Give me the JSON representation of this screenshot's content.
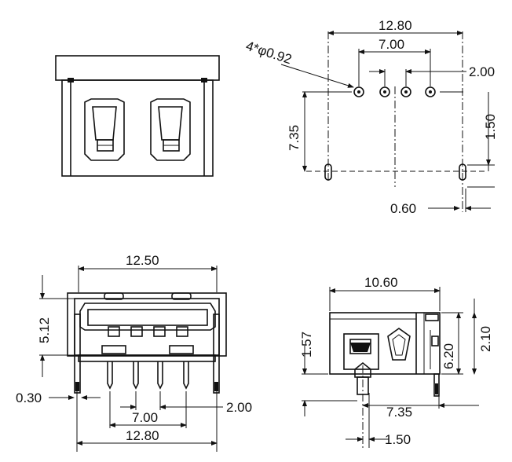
{
  "top_right_view": {
    "dim_total_width": "12.80",
    "dim_inner_pitch": "7.00",
    "dim_pin_pitch": "2.00",
    "dim_hole_diameter": "4*φ0.92",
    "dim_row_spacing": "7.35",
    "dim_offset": "1.50",
    "dim_slot_width": "0.60"
  },
  "bottom_left_view": {
    "dim_body_width": "12.50",
    "dim_height": "5.12",
    "dim_shell_thickness": "0.30",
    "dim_inner_pitch": "7.00",
    "dim_pin_pitch": "2.00",
    "dim_total_width": "12.80"
  },
  "bottom_right_view": {
    "dim_length": "10.60",
    "dim_pin_height": "1.57",
    "dim_body_height": "6.20",
    "dim_tab_height": "2.10",
    "dim_row_offset": "7.35",
    "dim_pin_offset": "1.50"
  }
}
